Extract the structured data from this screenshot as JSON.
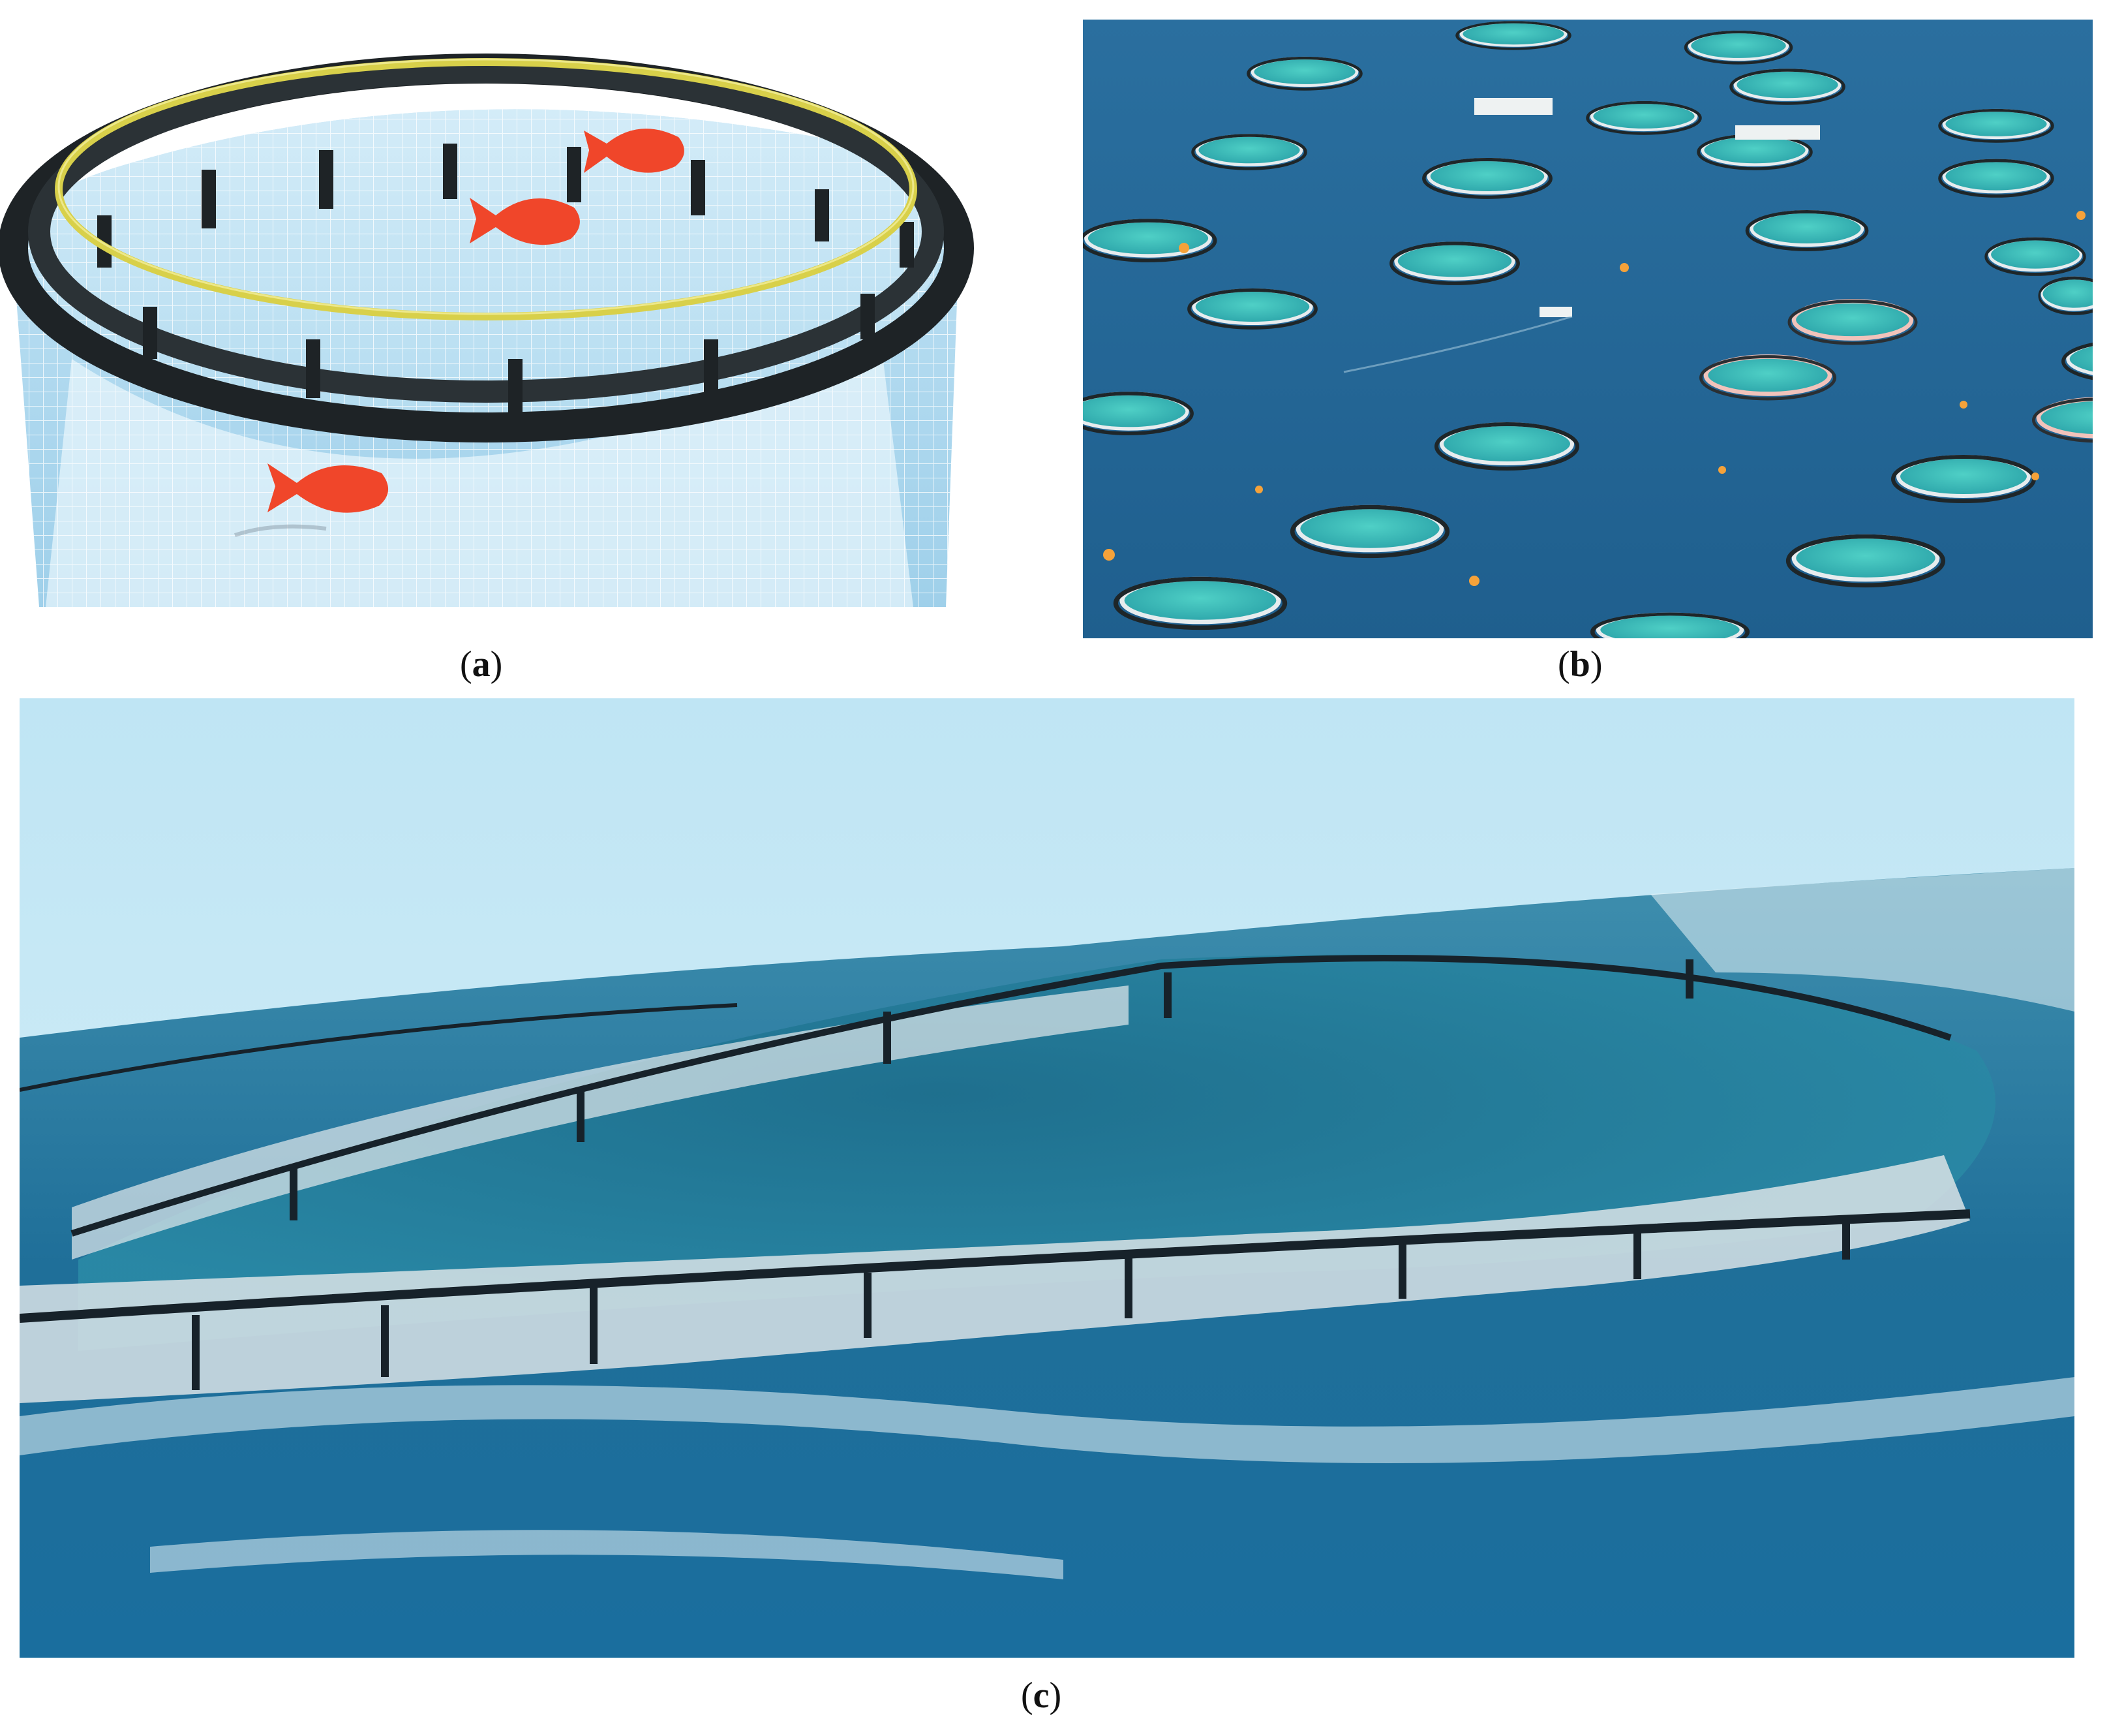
{
  "figure": {
    "panels": [
      {
        "id": "a",
        "label": "a",
        "open": "(",
        "close": ")",
        "kind": "illustration",
        "subject": "circular-floating-net-cage-with-fish"
      },
      {
        "id": "b",
        "label": "b",
        "open": "(",
        "close": ")",
        "kind": "photo",
        "subject": "aerial-view-of-many-circular-fish-cages"
      },
      {
        "id": "c",
        "label": "c",
        "open": "(",
        "close": ")",
        "kind": "photo",
        "subject": "fish-cage-in-rough-sea"
      }
    ]
  },
  "colors": {
    "sea_light": "#a9d6ee",
    "sea_mid": "#2e7fb0",
    "sea_deep": "#1a5d8c",
    "cage_water": "#3ec0c0",
    "float_ring": "#1e2326",
    "handrail": "#d8d04a",
    "fish": "#f0462a",
    "sky": "#cdeaf5",
    "buoy": "#f5a23a",
    "net_skirt": "#d9e3e6"
  }
}
